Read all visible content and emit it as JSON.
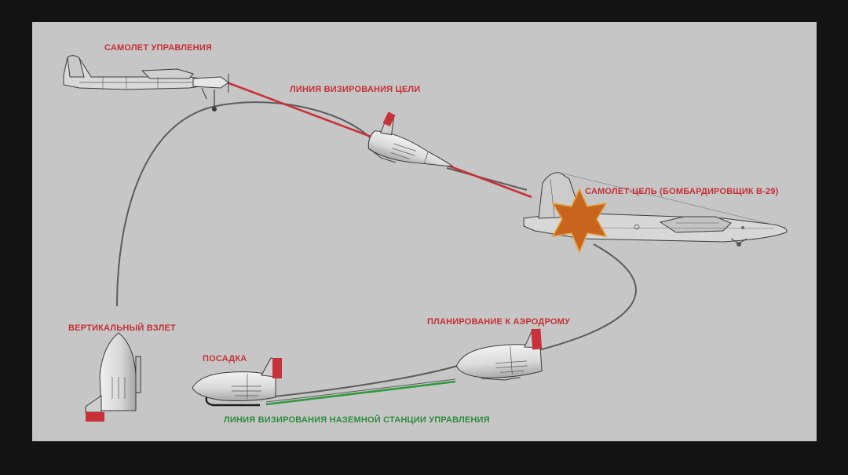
{
  "labels": {
    "control_aircraft": "САМОЛЕТ УПРАВЛЕНИЯ",
    "target_sightline": "ЛИНИЯ ВИЗИРОВАНИЯ ЦЕЛИ",
    "target_aircraft": "САМОЛЕТ-ЦЕЛЬ (БОМБАРДИРОВЩИК В-29)",
    "vertical_takeoff": "ВЕРТИКАЛЬНЫЙ ВЗЛЕТ",
    "glide_to_airfield": "ПЛАНИРОВАНИЕ К АЭРОДРОМУ",
    "landing": "ПОСАДКА",
    "ground_sightline": "ЛИНИЯ ВИЗИРОВАНИЯ НАЗЕМНОЙ СТАНЦИИ УПРАВЛЕНИЯ"
  },
  "colors": {
    "panel_bg": "#c6c6c6",
    "frame_bg": "#131313",
    "label_red": "#c43035",
    "label_green": "#2e8b3e",
    "sightline_red": "#c8313a",
    "sightline_green": "#2e9a3c",
    "trajectory": "#5a5a5a",
    "explosion": "#c8641e"
  },
  "icons": [
    "control-aircraft-icon",
    "target-bomber-icon",
    "interceptor-icon",
    "explosion-icon"
  ]
}
